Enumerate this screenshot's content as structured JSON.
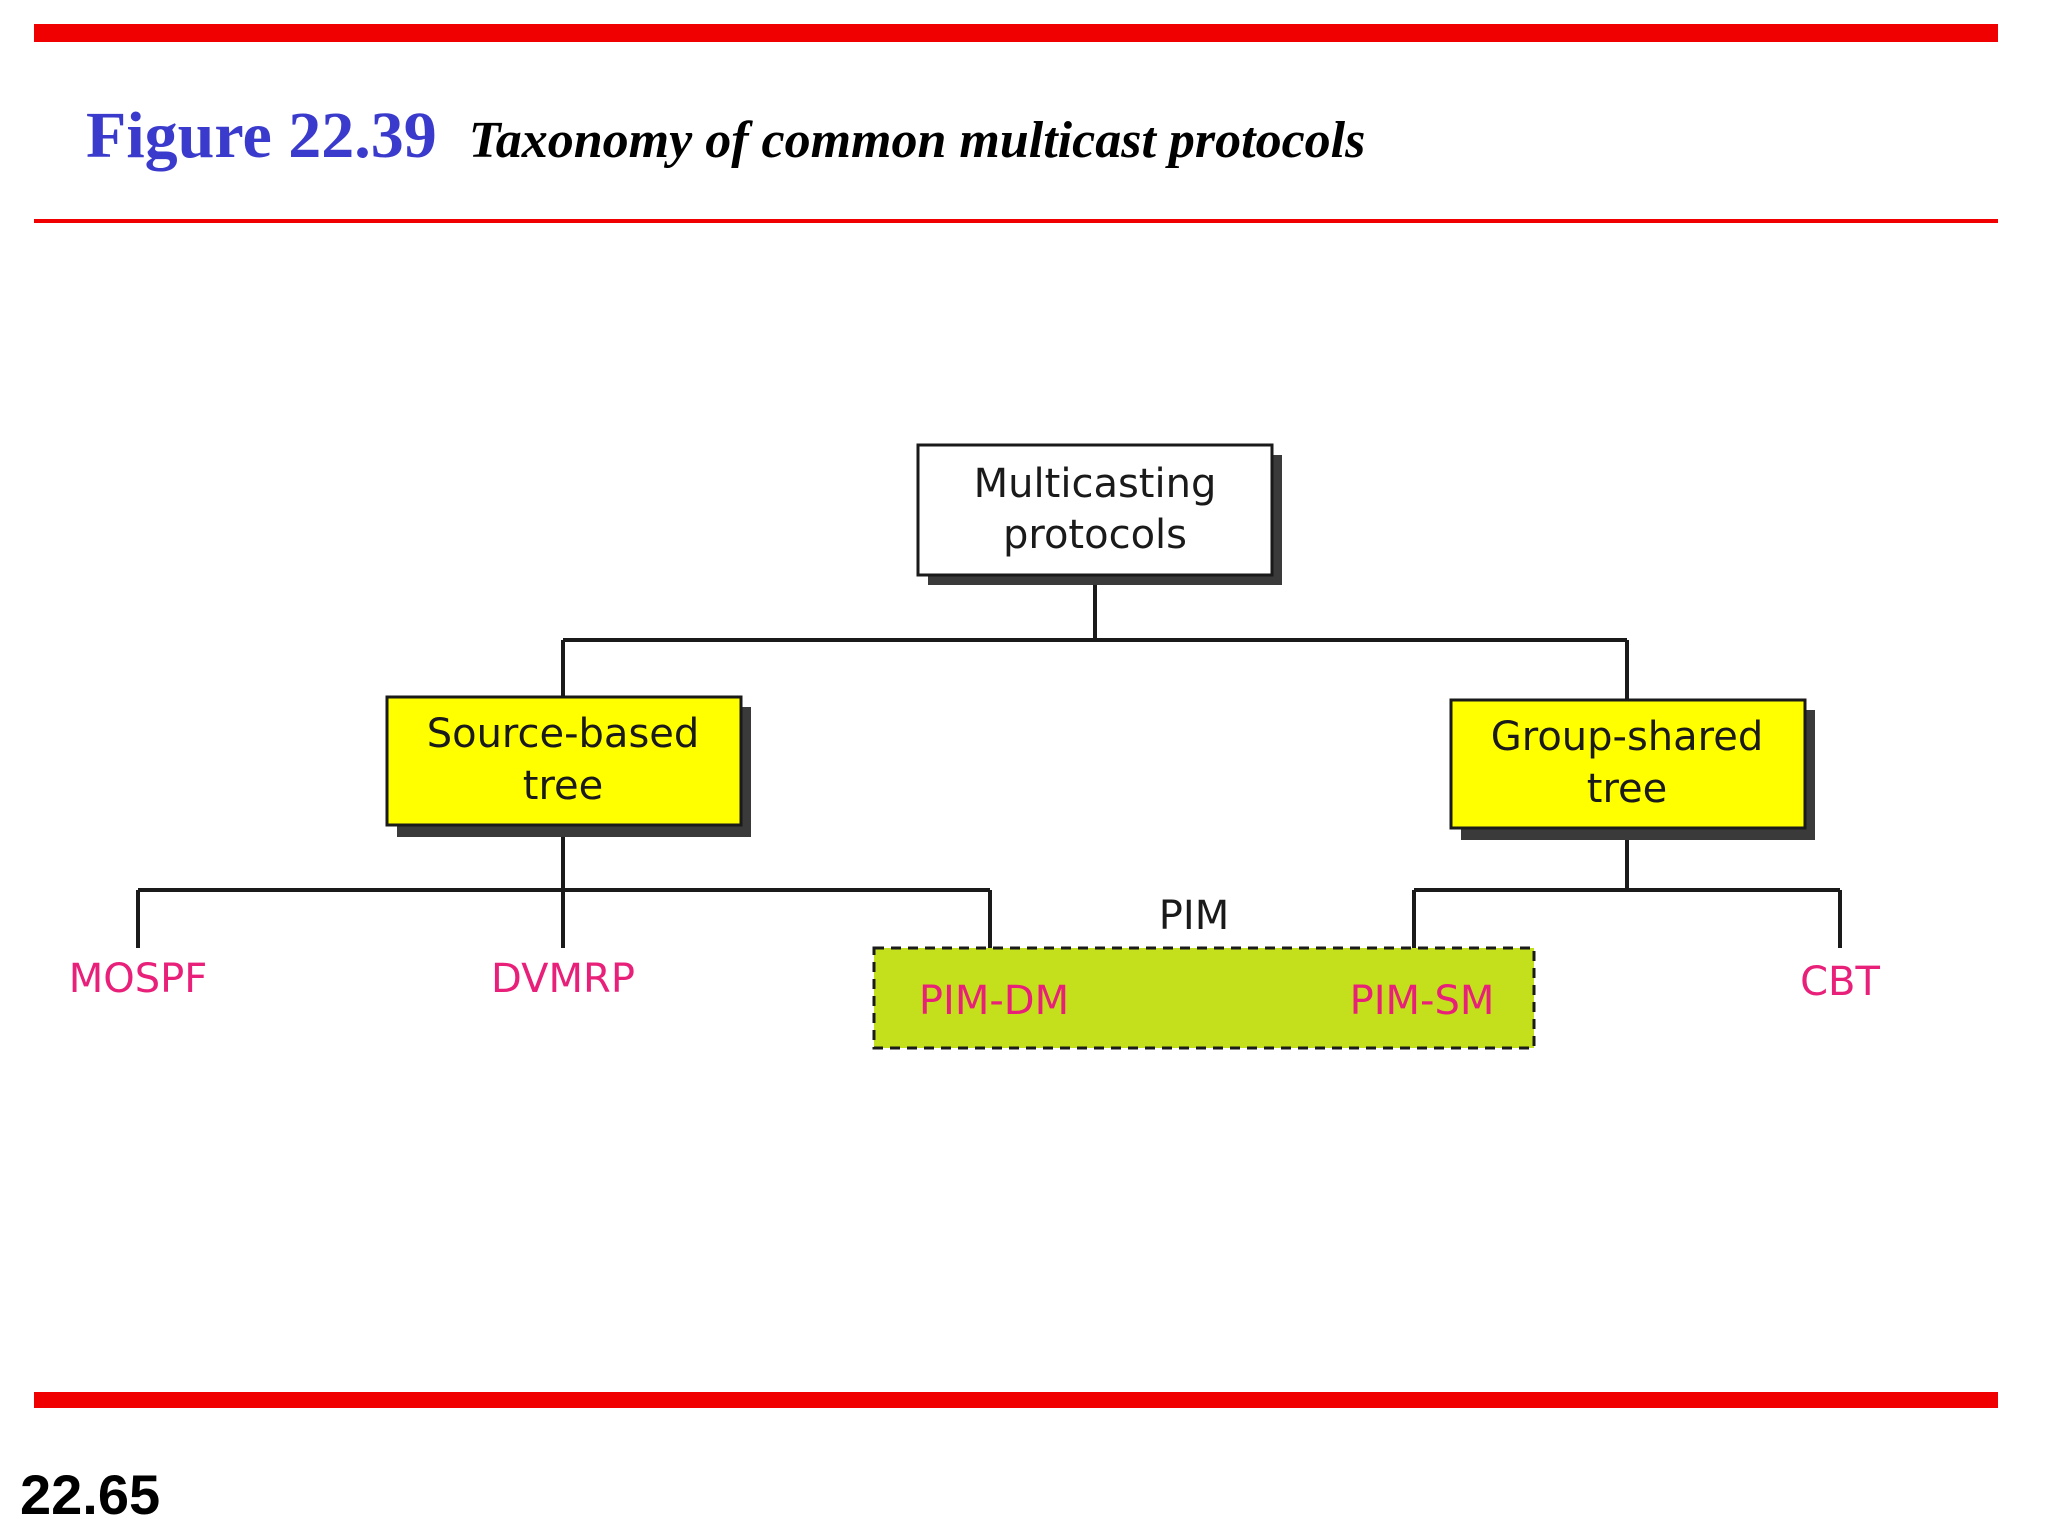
{
  "header": {
    "figure_number": "Figure 22.39",
    "caption": "Taxonomy of common multicast protocols"
  },
  "diagram": {
    "root": {
      "line1": "Multicasting",
      "line2": "protocols"
    },
    "source_tree": {
      "line1": "Source-based",
      "line2": "tree"
    },
    "group_tree": {
      "line1": "Group-shared",
      "line2": "tree"
    },
    "leaves": {
      "mospf": "MOSPF",
      "dvmrp": "DVMRP",
      "pim_dm": "PIM-DM",
      "pim_sm": "PIM-SM",
      "cbt": "CBT"
    },
    "pim_label": "PIM"
  },
  "colors": {
    "rule": "#f00000",
    "figure_number": "#3a3acc",
    "tree_box_fill": "#ffff00",
    "pim_group_fill": "#c4e01c",
    "leaf_text": "#e8207a"
  },
  "footer": {
    "page_number": "22.65"
  }
}
